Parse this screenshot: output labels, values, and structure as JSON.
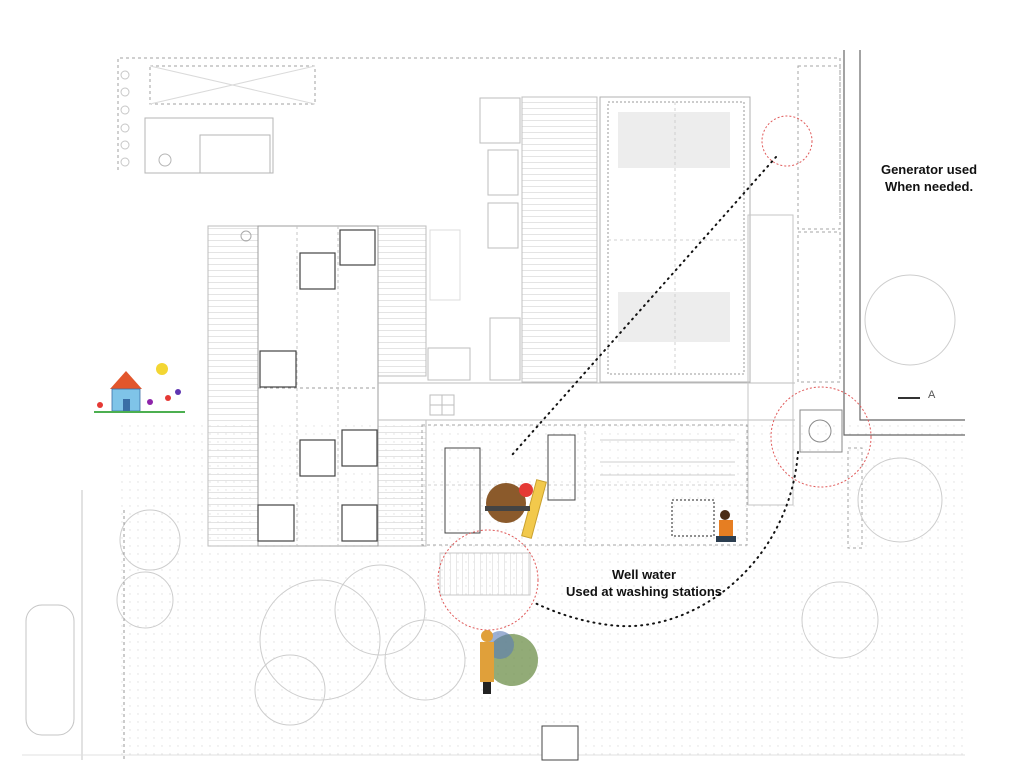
{
  "annotations": {
    "generator": {
      "line1": "Generator used",
      "line2": "When needed."
    },
    "well": {
      "line1": "Well water",
      "line2": "Used at washing stations"
    }
  },
  "section_marker": "A",
  "colors": {
    "linework": "#9a9a9a",
    "linework_light": "#cfcfcf",
    "dark_line": "#333333",
    "highlight_circle": "#e05a5a",
    "label_text": "#111111"
  },
  "icons": [
    "child-drawing-house-icon",
    "cutting-board-knife-icon",
    "person-washing-icon",
    "person-with-plants-icon"
  ]
}
